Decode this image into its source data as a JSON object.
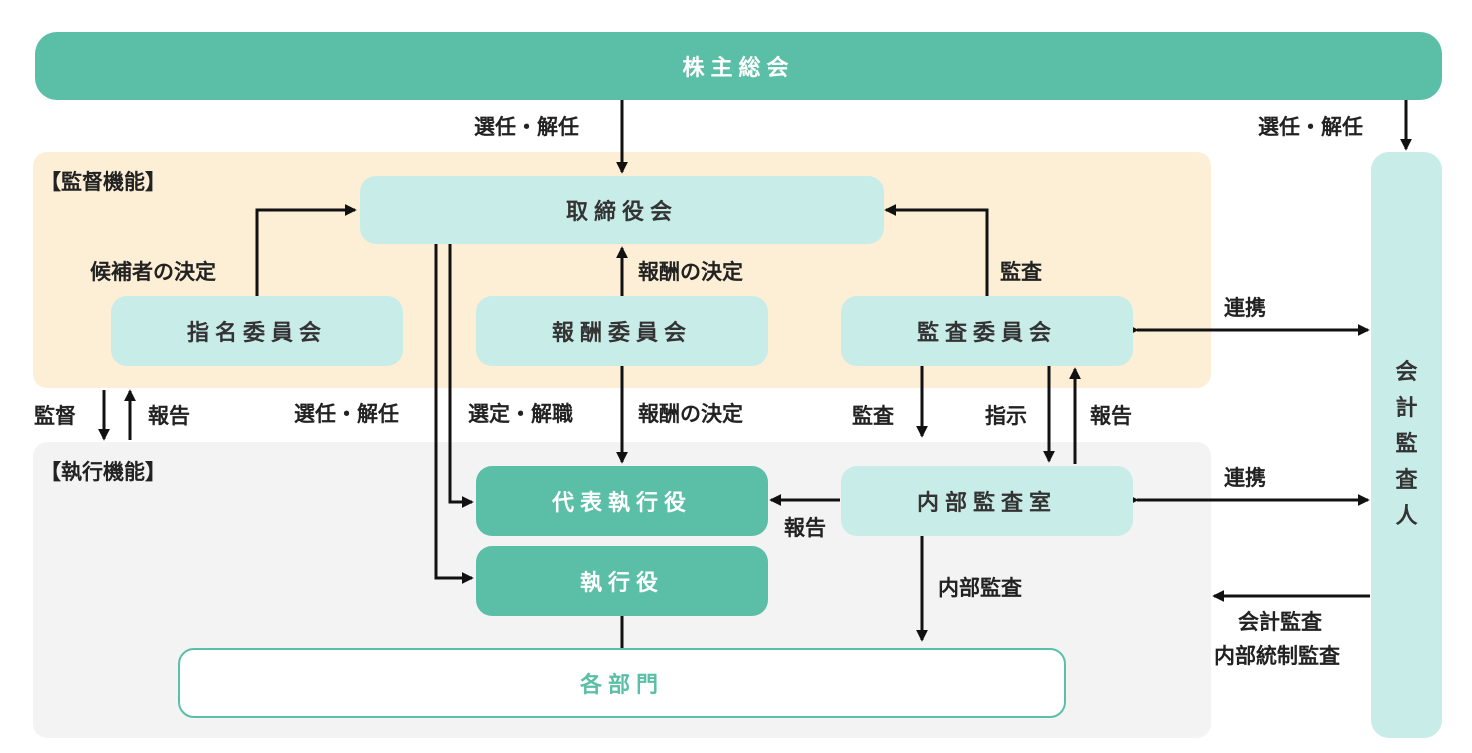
{
  "colors": {
    "teal_dark": "#5bbfa8",
    "teal_light": "#c8ece8",
    "supervision_bg": "#fcefd6",
    "execution_bg": "#f3f3f3",
    "arrow": "#111111"
  },
  "nodes": {
    "shareholders_meeting": "株主総会",
    "board": "取締役会",
    "nomination_committee": "指名委員会",
    "compensation_committee": "報酬委員会",
    "audit_committee": "監査委員会",
    "ceo": "代表執行役",
    "executive_officers": "執行役",
    "internal_audit_office": "内部監査室",
    "departments": "各部門",
    "accounting_auditor": [
      "会",
      "計",
      "監",
      "査",
      "人"
    ]
  },
  "regions": {
    "supervision": "【監督機能】",
    "execution": "【執行機能】"
  },
  "labels": {
    "elect_dismiss_board": "選任・解任",
    "elect_dismiss_auditor": "選任・解任",
    "candidate_decision": "候補者の決定",
    "compensation_decision_board": "報酬の決定",
    "audit_board": "監査",
    "cooperation_1": "連携",
    "supervise": "監督",
    "report_left": "報告",
    "elect_dismiss_officers": "選任・解任",
    "select_dismiss_ceo": "選定・解職",
    "compensation_decision_exec": "報酬の決定",
    "audit_internal": "監査",
    "instruction": "指示",
    "report_audit": "報告",
    "cooperation_2": "連携",
    "report_to_ceo": "報告",
    "internal_audit": "内部監査",
    "accounting_audit": "会計監査",
    "internal_control_audit": "内部統制監査"
  }
}
